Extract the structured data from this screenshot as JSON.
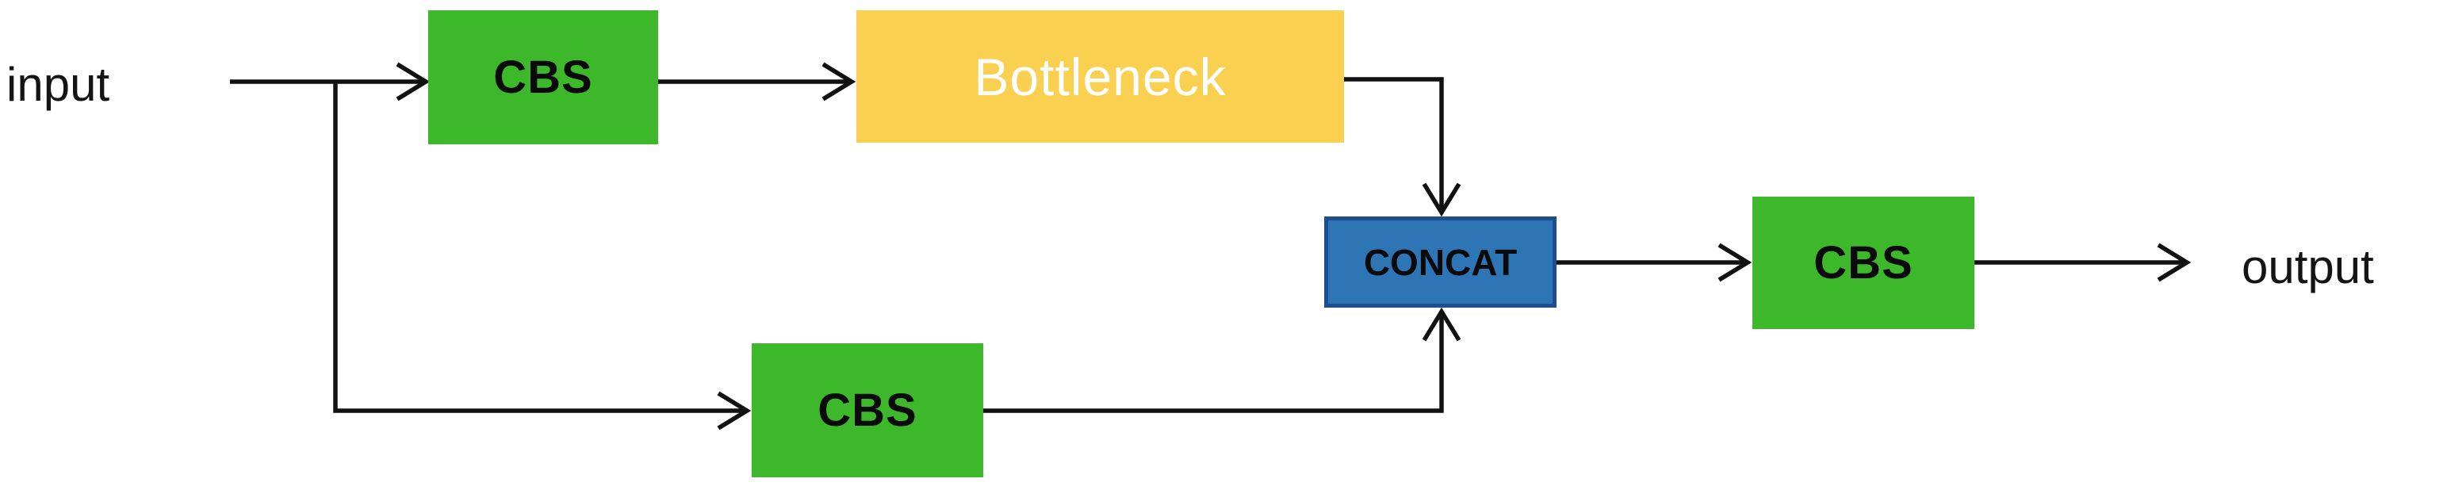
{
  "labels": {
    "input": "input",
    "output": "output"
  },
  "nodes": [
    {
      "id": "cbs-top",
      "label": "CBS",
      "type": "cbs"
    },
    {
      "id": "bottleneck",
      "label": "Bottleneck",
      "type": "bottleneck"
    },
    {
      "id": "cbs-bottom",
      "label": "CBS",
      "type": "cbs"
    },
    {
      "id": "concat",
      "label": "CONCAT",
      "type": "concat"
    },
    {
      "id": "cbs-output",
      "label": "CBS",
      "type": "cbs"
    }
  ],
  "connections": [
    {
      "from": "input",
      "to": "cbs-top"
    },
    {
      "from": "input",
      "to": "cbs-bottom"
    },
    {
      "from": "cbs-top",
      "to": "bottleneck"
    },
    {
      "from": "bottleneck",
      "to": "concat"
    },
    {
      "from": "cbs-bottom",
      "to": "concat"
    },
    {
      "from": "concat",
      "to": "cbs-output"
    },
    {
      "from": "cbs-output",
      "to": "output"
    }
  ],
  "colors": {
    "cbs_fill": "#3cb82a",
    "bottleneck_fill": "#fad050",
    "bottleneck_text": "#ffffff",
    "concat_fill": "#2e75b6",
    "concat_border": "#1f4e8c",
    "line": "#111111",
    "text": "#141414",
    "background": "#ffffff"
  }
}
